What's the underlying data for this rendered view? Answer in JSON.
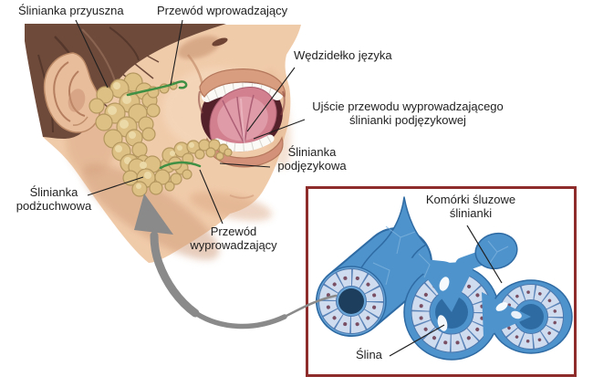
{
  "labels": {
    "parotid": "Ślinianka przyuszna",
    "intro_duct": "Przewód wprowadzający",
    "frenulum": "Wędzidełko języka",
    "outlet_line1": "Ujście przewodu wyprowadzającego",
    "outlet_line2": "ślinianki podjęzykowej",
    "sublingual_line1": "Ślinianka",
    "sublingual_line2": "podjęzykowa",
    "submandibular_line1": "Ślinianka",
    "submandibular_line2": "podżuchwowa",
    "excretory_line1": "Przewód",
    "excretory_line2": "wyprowadzający"
  },
  "inset": {
    "cells_line1": "Komórki śluzowe",
    "cells_line2": "ślinianki",
    "saliva": "Ślina"
  },
  "colors": {
    "inset_border": "#8e2b2b",
    "skin": "#f0cbaa",
    "hair": "#6e4a3b",
    "gland_fill": "#dcc084",
    "gland_outline": "#b3975e",
    "duct_green": "#3f8f44",
    "arrow_gray": "#8a8a8a",
    "tissue_blue": "#4f93cc",
    "tissue_cell": "#cfdbee",
    "label_text": "#1f1f1f"
  }
}
